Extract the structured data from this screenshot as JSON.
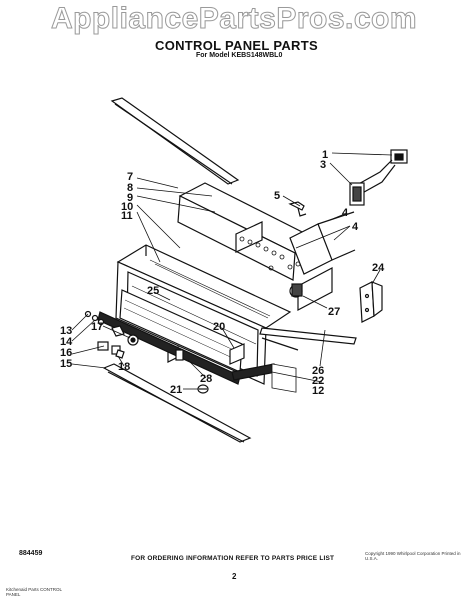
{
  "watermark": "AppliancePartsPros.com",
  "header": {
    "title": "CONTROL PANEL PARTS",
    "subtitle": "For Model KEBS148WBL0"
  },
  "callouts": {
    "c1": "1",
    "c3": "3",
    "c4a": "4",
    "c4b": "4",
    "c5": "5",
    "c7": "7",
    "c8": "8",
    "c9": "9",
    "c10": "10",
    "c11": "11",
    "c12": "12",
    "c13": "13",
    "c14": "14",
    "c15": "15",
    "c16": "16",
    "c17": "17",
    "c18": "18",
    "c20": "20",
    "c21": "21",
    "c22": "22",
    "c24": "24",
    "c25": "25",
    "c26": "26",
    "c27": "27",
    "c28": "28"
  },
  "footer": {
    "note": "FOR ORDERING INFORMATION REFER TO PARTS PRICE LIST",
    "page_number": "2",
    "part_number": "884459",
    "copyright": "Copyright 1990 Whirlpool Corporation Printed in U.S.A.",
    "bottom_left": "Kitchenaid Parts CONTROL PANEL"
  }
}
